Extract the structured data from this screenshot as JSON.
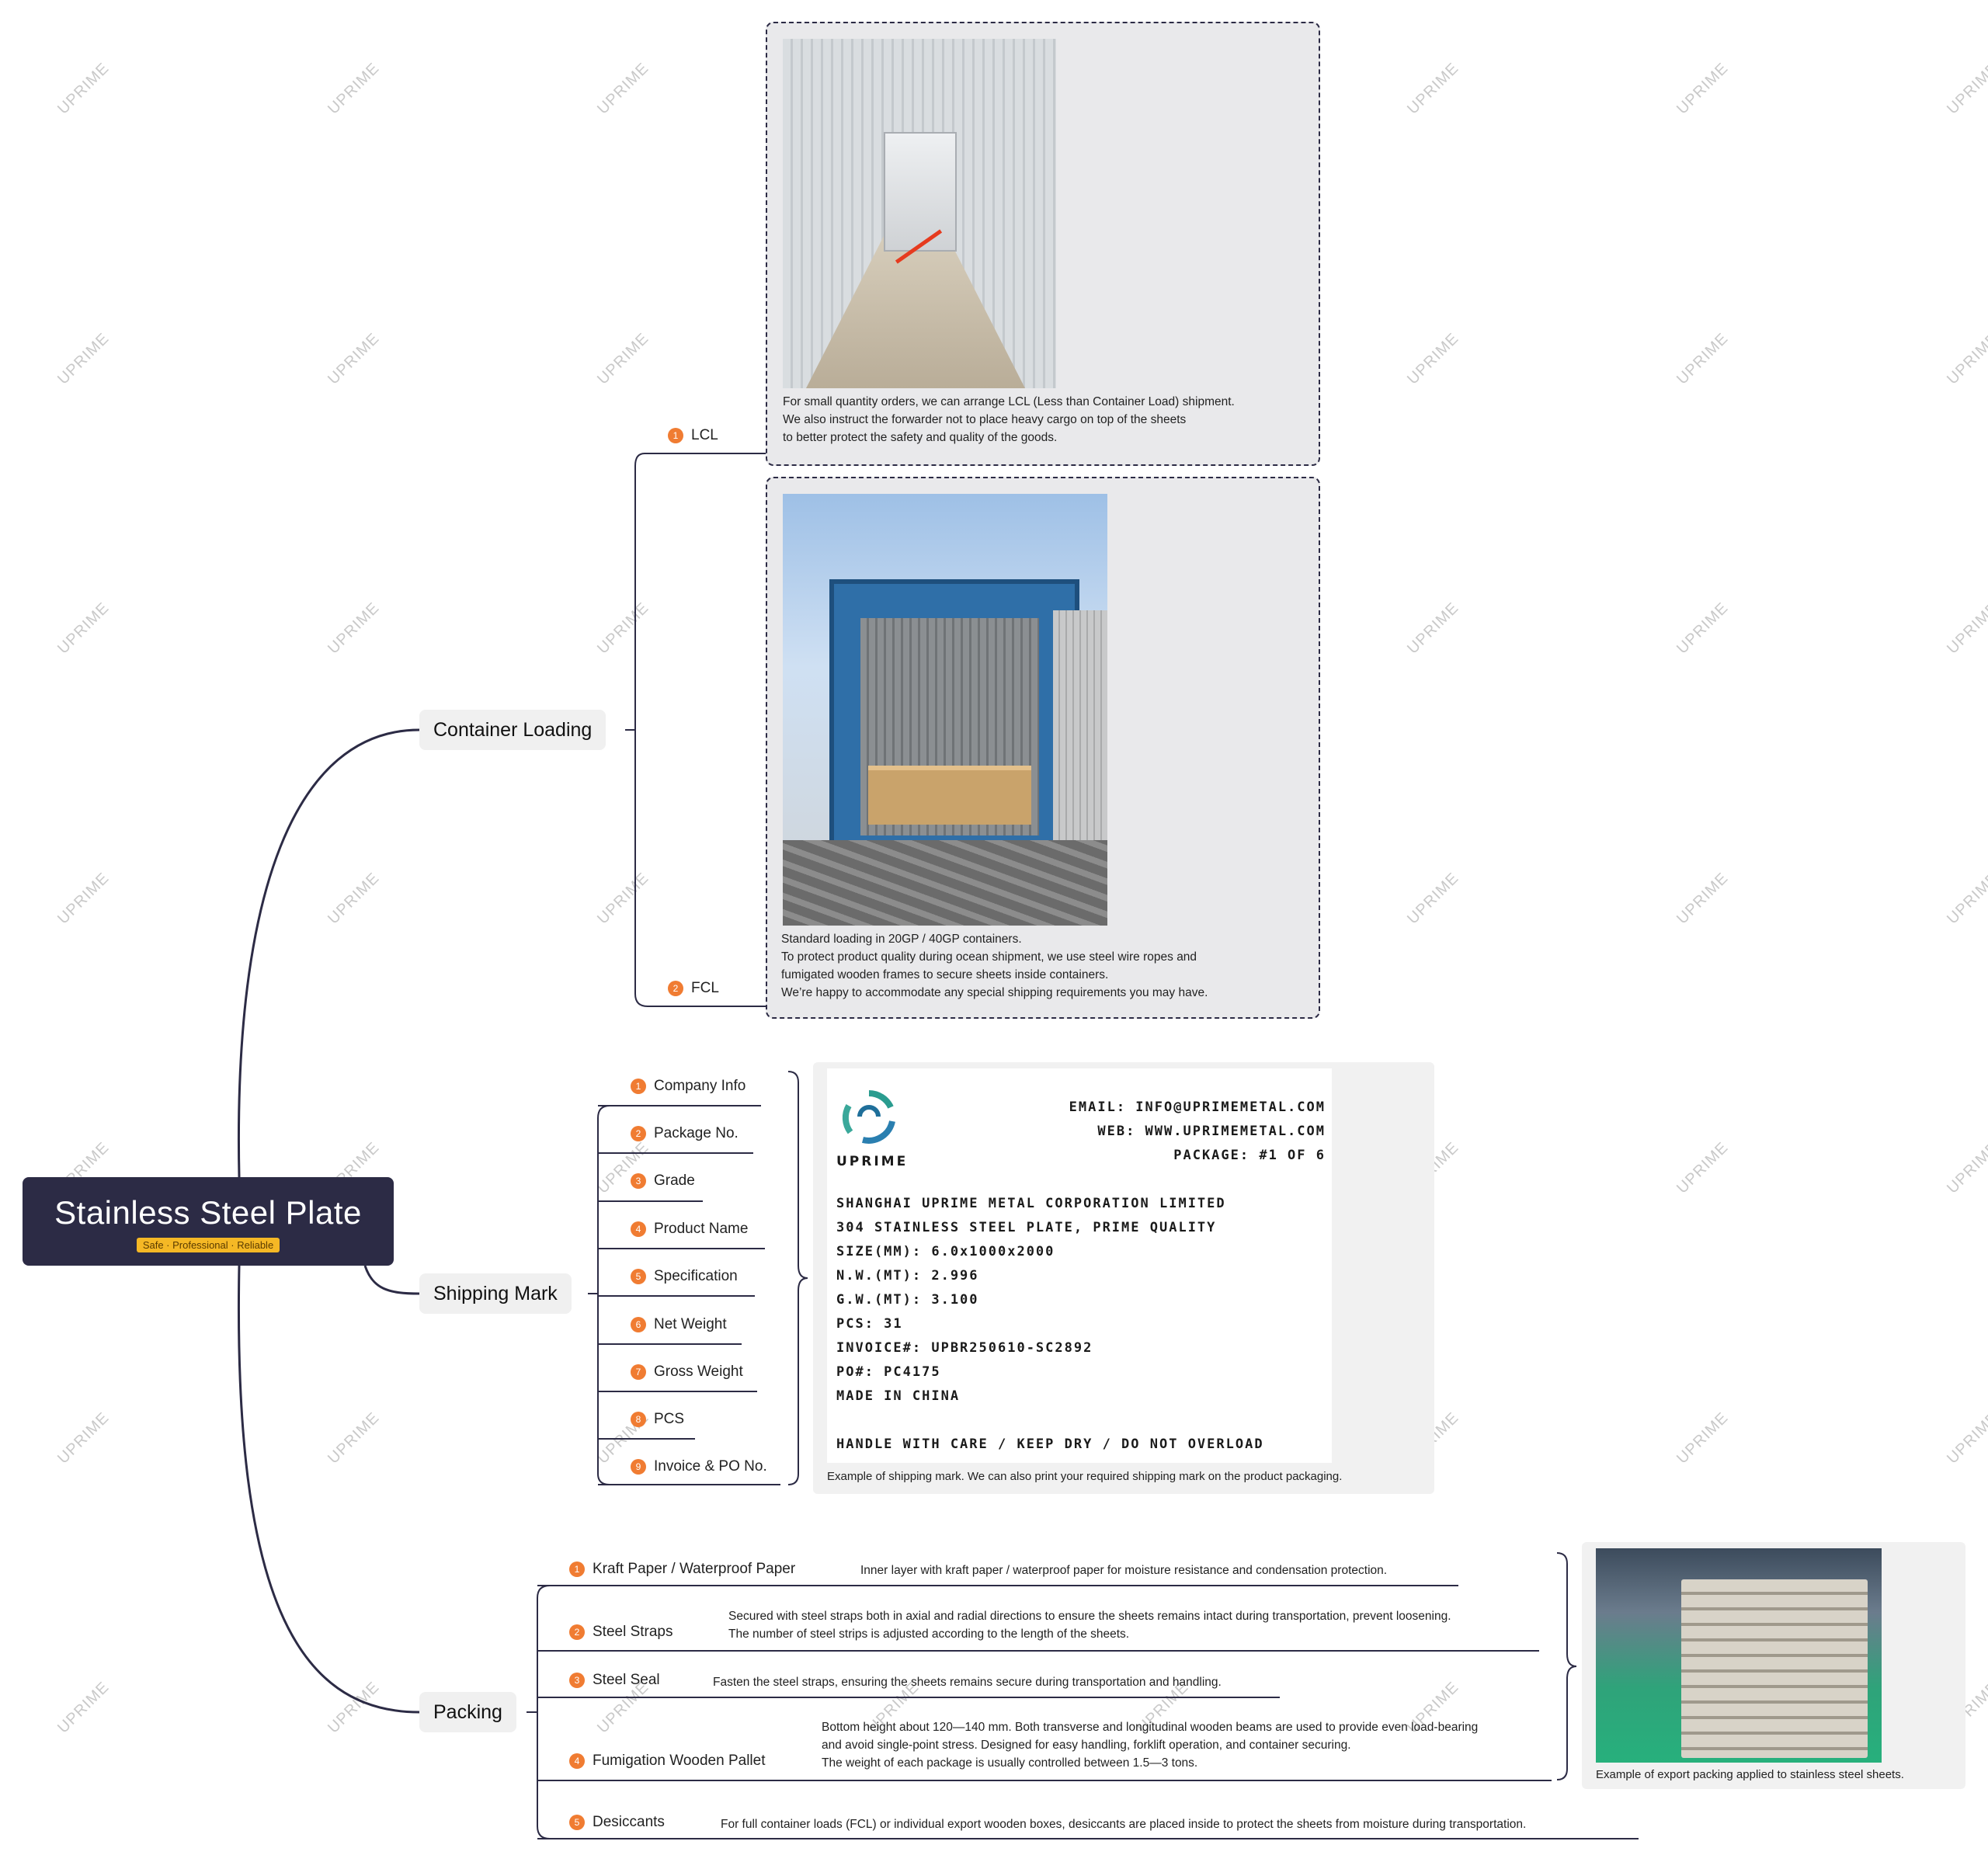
{
  "watermark": "UPRIME",
  "root": {
    "title": "Stainless Steel Plate",
    "tagline": "Safe · Professional · Reliable"
  },
  "container_loading": {
    "label": "Container Loading",
    "lcl": {
      "number": "1",
      "label": "LCL",
      "lines": [
        "For small quantity orders, we can arrange LCL (Less than Container Load) shipment.",
        "We also instruct the forwarder not to place heavy cargo on top of the sheets",
        "to better protect the safety and quality of the goods."
      ]
    },
    "fcl": {
      "number": "2",
      "label": "FCL",
      "lines": [
        "Standard loading in 20GP / 40GP containers.",
        "To protect product quality during ocean shipment, we use steel wire ropes and",
        "fumigated wooden frames to secure sheets inside containers.",
        "We’re happy to accommodate any special shipping requirements you may have."
      ]
    }
  },
  "shipping_mark": {
    "label": "Shipping Mark",
    "items": [
      {
        "n": "1",
        "label": "Company Info"
      },
      {
        "n": "2",
        "label": "Package No."
      },
      {
        "n": "3",
        "label": "Grade"
      },
      {
        "n": "4",
        "label": "Product Name"
      },
      {
        "n": "5",
        "label": "Specification"
      },
      {
        "n": "6",
        "label": "Net Weight"
      },
      {
        "n": "7",
        "label": "Gross Weight"
      },
      {
        "n": "8",
        "label": "PCS"
      },
      {
        "n": "9",
        "label": "Invoice & PO No."
      }
    ],
    "mark": {
      "logo_text": "UPRIME",
      "email": "EMAIL: INFO@UPRIMEMETAL.COM",
      "web": "WEB: WWW.UPRIMEMETAL.COM",
      "package": "PACKAGE: #1 OF 6",
      "lines": [
        "SHANGHAI UPRIME METAL CORPORATION LIMITED",
        "304 STAINLESS STEEL PLATE, PRIME QUALITY",
        "SIZE(MM): 6.0x1000x2000",
        "N.W.(MT): 2.996",
        "G.W.(MT): 3.100",
        "PCS: 31",
        "INVOICE#: UPBR250610-SC2892",
        "PO#: PC4175",
        "MADE IN CHINA"
      ],
      "handling": "HANDLE WITH CARE / KEEP DRY / DO NOT OVERLOAD"
    },
    "caption": "Example of shipping mark. We can also print your required shipping mark on the product packaging."
  },
  "packing": {
    "label": "Packing",
    "items": [
      {
        "n": "1",
        "label": "Kraft Paper / Waterproof Paper",
        "desc": [
          "Inner layer with kraft paper / waterproof paper for moisture resistance and condensation protection."
        ]
      },
      {
        "n": "2",
        "label": "Steel Straps",
        "desc": [
          "Secured with steel straps both in axial and radial directions to ensure the sheets remains intact during transportation, prevent loosening.",
          "The number of steel strips is adjusted according to the length of the sheets."
        ]
      },
      {
        "n": "3",
        "label": "Steel Seal",
        "desc": [
          "Fasten the steel straps, ensuring the sheets remains secure during transportation and handling."
        ]
      },
      {
        "n": "4",
        "label": "Fumigation Wooden Pallet",
        "desc": [
          "Bottom height about 120—140 mm. Both transverse and longitudinal wooden beams are used to provide even load-bearing",
          "and avoid single-point stress. Designed for easy handling, forklift operation, and container securing.",
          "The weight of each package is usually controlled between 1.5—3 tons."
        ]
      },
      {
        "n": "5",
        "label": "Desiccants",
        "desc": [
          "For full container loads (FCL) or individual export wooden boxes, desiccants are placed inside to protect the sheets from moisture during transportation."
        ]
      }
    ],
    "caption": "Example of export packing applied to stainless steel sheets."
  }
}
